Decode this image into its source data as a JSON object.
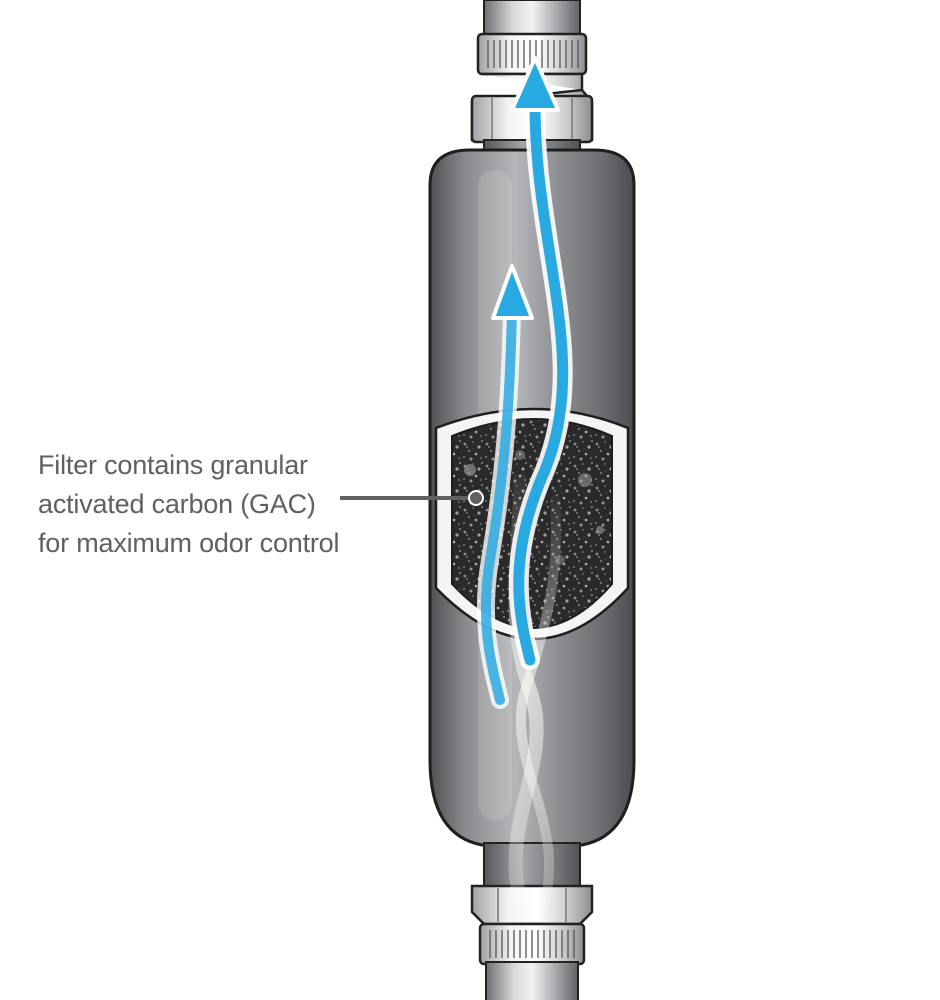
{
  "callout": {
    "lines": [
      "Filter contains granular",
      "activated carbon (GAC)",
      "for maximum odor control"
    ]
  },
  "colors": {
    "flow_arrow": "#29a9e1",
    "filter_body": "#77797c",
    "label_text": "#5e6063",
    "carbon": "#2e2e2e"
  },
  "icons": [
    "water-flow-arrow-icon",
    "carbon-granules-icon"
  ]
}
